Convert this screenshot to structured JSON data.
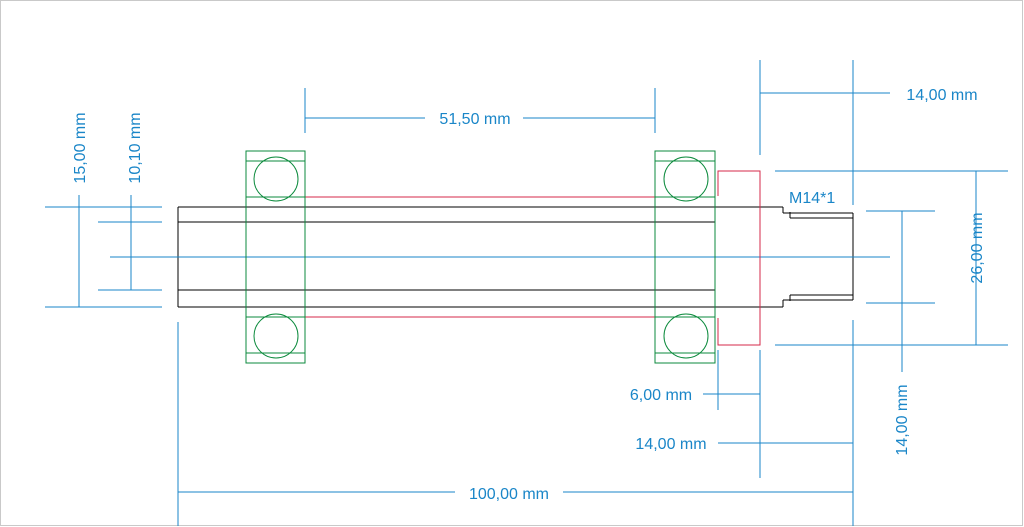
{
  "drawing": {
    "dimensions": {
      "bearing_spacing": "51,50 mm",
      "nut_width_top": "14,00 mm",
      "outer_diameter": "15,00 mm",
      "inner_diameter": "10,10 mm",
      "thread": "M14*1",
      "nut_diameter": "26,00 mm",
      "spacer_width": "6,00 mm",
      "thread_length": "14,00 mm",
      "overall_length": "100,00 mm",
      "thread_diameter": "14,00 mm"
    },
    "colors": {
      "dimension": "#1a86c8",
      "shaft": "#000000",
      "bearing": "#0b8a3c",
      "nut": "#d62a4a"
    }
  }
}
